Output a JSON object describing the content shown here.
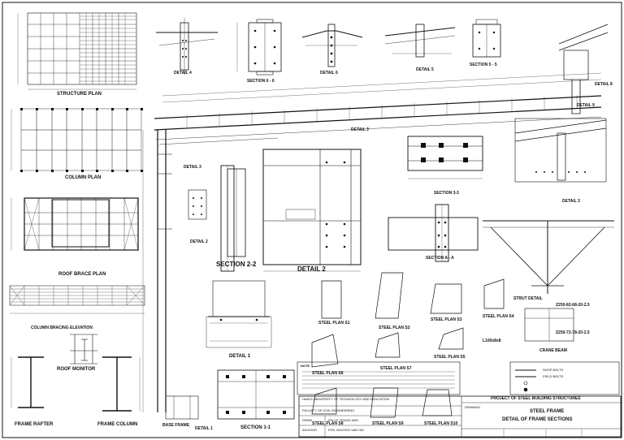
{
  "drawing_labels": {
    "structure_plan": "STRUCTURE PLAN",
    "column_plan": "COLUMN PLAN",
    "roof_brace_plan": "ROOF BRACE PLAN",
    "column_bracing_elevation": "COLUMN BRACING ELEVATION",
    "roof_monitor": "ROOF MONITOR",
    "frame_rafter": "FRAME RAFTER",
    "frame_column": "FRAME COLUMN",
    "detail_4": "DETAIL 4",
    "section_6_6": "SECTION 6 - 6",
    "detail_6": "DETAIL 6",
    "detail_5": "DETAIL 5",
    "section_5_5": "SECTION 5 - 5",
    "detail_3": "DETAIL 3",
    "detail_2_small": "DETAIL 2",
    "section_2_2": "SECTION 2-2",
    "detail_2": "DETAIL 2",
    "detail_1": "DETAIL 1",
    "section_1_1": "SECTION 1-1",
    "section_3_3": "SECTION 3-3",
    "section_a_a": "SECTION A - A",
    "strut_detail": "STRUT DETAIL",
    "crane_beam": "CRANE BEAM",
    "steel_plan_s1": "STEEL PLAN S1",
    "steel_plan_s2": "STEEL PLAN S2",
    "steel_plan_s3": "STEEL PLAN S3",
    "steel_plan_s4": "STEEL PLAN S4",
    "steel_plan_s5": "STEEL PLAN S5",
    "steel_plan_s6": "STEEL PLAN S6",
    "steel_plan_s7": "STEEL PLAN S7",
    "steel_plan_s8": "STEEL PLAN S8",
    "steel_plan_s9": "STEEL PLAN S9",
    "steel_plan_s10": "STEEL PLAN S10",
    "base_frame": "BASE FRAME",
    "detail_1_small": "DETAIL 1",
    "z_section_1": "Z250-82-68-20-2.5",
    "z_section_2": "Z250-72-78-20-2.5",
    "angle_section": "L100x8x8",
    "detail_3_small": "DETAIL 3",
    "detail_8": "DETAIL 8",
    "detail_9": "DETAIL 9"
  },
  "title_block": {
    "project": "PROJECT OF STEEL BUILDING STRUCTURES",
    "title_line1": "STEEL FRAME",
    "title_line2": "DETAIL OF FRAME SECTIONS",
    "university": "HANOI UNIVERSITY OF TECHNOLOGY AND EDUCATION",
    "faculty": "FACULTY OF CIVIL ENGINEERING",
    "drawn_role": "DRAW",
    "drawn_name": "PHI LE TRANG ANH",
    "advisor_role": "ADVISOR",
    "advisor_name": "PHIL NGUYEN VAN HAI",
    "drawing_label": "DRAWING"
  },
  "notes": {
    "heading": "NOTE"
  },
  "legend": {
    "items": [
      "SHOP BOLTS",
      "FIELD BOLTS"
    ]
  }
}
